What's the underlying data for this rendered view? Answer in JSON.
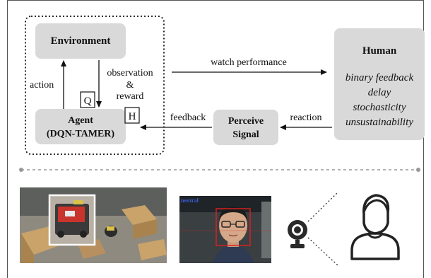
{
  "diagram": {
    "environment_label": "Environment",
    "agent_label_line1": "Agent",
    "agent_label_line2": "(DQN-TAMER)",
    "perceive_line1": "Perceive",
    "perceive_line2": "Signal",
    "human_title": "Human",
    "human_traits": [
      "binary feedback",
      "delay",
      "stochasticity",
      "unsustainability"
    ],
    "action_label": "action",
    "observation_line1": "observation",
    "observation_line2": "&",
    "observation_line3": "reward",
    "q_box": "Q",
    "h_box": "H",
    "watch_label": "watch performance",
    "feedback_label": "feedback",
    "reaction_label": "reaction"
  },
  "photos": {
    "camera_overlay_text": "neutral"
  },
  "colors": {
    "node_fill": "#d9d9d9",
    "line": "#111111",
    "divider": "#999999",
    "face_box": "#e02020",
    "overlay_text": "#3a5bd9"
  }
}
